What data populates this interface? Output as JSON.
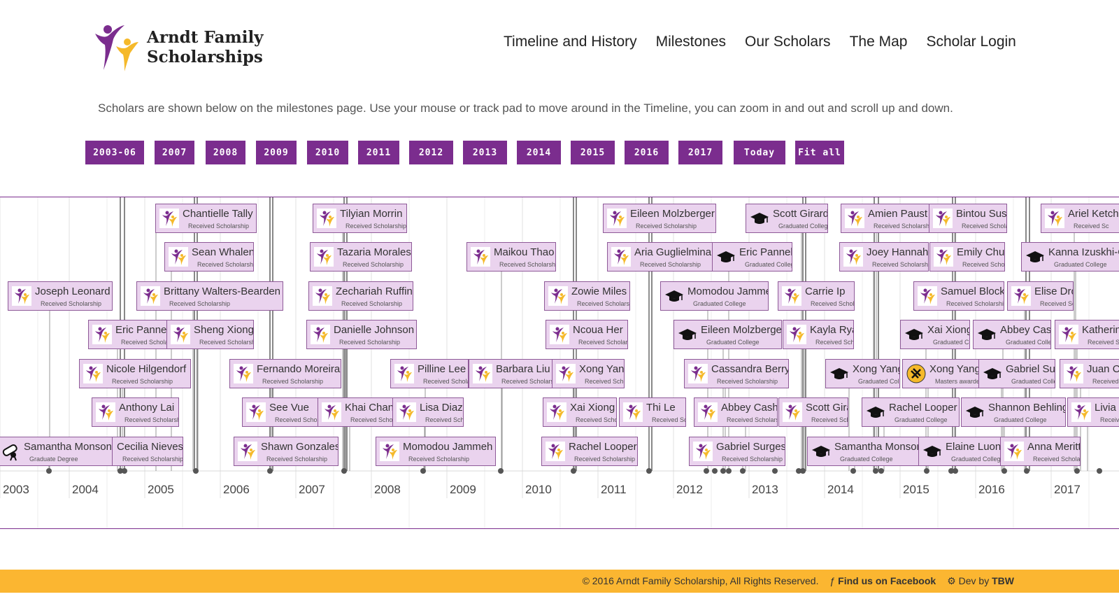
{
  "brand": {
    "line1": "Arndt Family",
    "line2": "Scholarships",
    "colors": {
      "purple": "#7b2d8e",
      "gold": "#f5b92a"
    }
  },
  "nav": [
    "Timeline and History",
    "Milestones",
    "Our Scholars",
    "The Map",
    "Scholar Login"
  ],
  "intro": "Scholars are shown below on the milestones page. Use your mouse or track pad to move around in the Timeline, you can zoom in and out and scroll up and down.",
  "year_buttons": [
    "2003-06",
    "2007",
    "2008",
    "2009",
    "2010",
    "2011",
    "2012",
    "2013",
    "2014",
    "2015",
    "2016",
    "2017",
    "Today",
    "Fit all"
  ],
  "axis_years": [
    "2003",
    "2004",
    "2005",
    "2006",
    "2007",
    "2008",
    "2009",
    "2010",
    "2011",
    "2012",
    "2013",
    "2014",
    "2015",
    "2016",
    "2017"
  ],
  "items": [
    {
      "name": "Chantielle Tally",
      "status": "Received Scholarship",
      "icon": "scholar-figure-icon"
    },
    {
      "name": "Sean Whalen",
      "status": "Received Scholarship",
      "icon": "scholar-figure-icon"
    },
    {
      "name": "Joseph Leonard",
      "status": "Received Scholarship",
      "icon": "scholar-figure-icon"
    },
    {
      "name": "Brittany Walters-Bearden",
      "status": "Received Scholarship",
      "icon": "scholar-figure-icon"
    },
    {
      "name": "Eric Pannel",
      "status": "Received Scholars",
      "icon": "scholar-figure-icon"
    },
    {
      "name": "Sheng Xiong",
      "status": "Received Scholarship",
      "icon": "scholar-figure-icon"
    },
    {
      "name": "Nicole Hilgendorf",
      "status": "Received Scholarship",
      "icon": "scholar-figure-icon"
    },
    {
      "name": "Anthony Lai",
      "status": "Received Scholarship",
      "icon": "scholar-figure-icon"
    },
    {
      "name": "Samantha Monson",
      "status": "Graduate Degree",
      "icon": "diploma-icon"
    },
    {
      "name": "Cecilia Nieves",
      "status": "Received Scholarship",
      "icon": "none"
    },
    {
      "name": "Tilyian Morrin",
      "status": "Received Scholarship",
      "icon": "scholar-figure-icon"
    },
    {
      "name": "Tazaria Morales",
      "status": "Received Scholarship",
      "icon": "scholar-figure-icon"
    },
    {
      "name": "Zechariah Ruffin",
      "status": "Received Scholarship",
      "icon": "scholar-figure-icon"
    },
    {
      "name": "Danielle Johnson",
      "status": "Received Scholarship",
      "icon": "scholar-figure-icon"
    },
    {
      "name": "Fernando Moreira",
      "status": "Received Scholarship",
      "icon": "scholar-figure-icon"
    },
    {
      "name": "See Vue",
      "status": "Received Scholarship",
      "icon": "scholar-figure-icon"
    },
    {
      "name": "Khai Chang",
      "status": "Received Scholarship",
      "icon": "scholar-figure-icon"
    },
    {
      "name": "Shawn Gonzales",
      "status": "Received Scholarship",
      "icon": "scholar-figure-icon"
    },
    {
      "name": "Maikou Thao",
      "status": "Received Scholarship",
      "icon": "scholar-figure-icon"
    },
    {
      "name": "Pilline Lee",
      "status": "Received Scholars",
      "icon": "scholar-figure-icon"
    },
    {
      "name": "Barbara Liu",
      "status": "Received Scholarship",
      "icon": "scholar-figure-icon"
    },
    {
      "name": "Lisa Diaz",
      "status": "Received Scholarship",
      "icon": "scholar-figure-icon"
    },
    {
      "name": "Momodou Jammeh",
      "status": "Received Scholarship",
      "icon": "scholar-figure-icon"
    },
    {
      "name": "Zowie Miles",
      "status": "Received Scholarship",
      "icon": "scholar-figure-icon"
    },
    {
      "name": "Ncoua Her",
      "status": "Received Scholarship",
      "icon": "scholar-figure-icon"
    },
    {
      "name": "Xong Yang",
      "status": "Received Scholarship",
      "icon": "scholar-figure-icon"
    },
    {
      "name": "Xai Xiong",
      "status": "Received Scholars",
      "icon": "scholar-figure-icon"
    },
    {
      "name": "Thi Le",
      "status": "Received Scholarship",
      "icon": "scholar-figure-icon"
    },
    {
      "name": "Rachel Looper",
      "status": "Received Scholarship",
      "icon": "scholar-figure-icon"
    },
    {
      "name": "Eileen Molzberger",
      "status": "Received Scholarship",
      "icon": "scholar-figure-icon"
    },
    {
      "name": "Aria Guglielmina",
      "status": "Received Scholarship",
      "icon": "scholar-figure-icon"
    },
    {
      "name": "Eric Pannell",
      "status": "Graduated College",
      "icon": "graduation-cap-icon"
    },
    {
      "name": "Scott Girard",
      "status": "Graduated College",
      "icon": "graduation-cap-icon"
    },
    {
      "name": "Momodou Jammeh",
      "status": "Graduated College",
      "icon": "graduation-cap-icon"
    },
    {
      "name": "Carrie Ip",
      "status": "Received Scholarship",
      "icon": "scholar-figure-icon"
    },
    {
      "name": "Eileen Molzberger",
      "status": "Graduated College",
      "icon": "graduation-cap-icon"
    },
    {
      "name": "Kayla Ryan",
      "status": "Received Scholarship",
      "icon": "scholar-figure-icon"
    },
    {
      "name": "Cassandra Berry",
      "status": "Received Scholarship",
      "icon": "scholar-figure-icon"
    },
    {
      "name": "Abbey Cash",
      "status": "Received Scholarship",
      "icon": "scholar-figure-icon"
    },
    {
      "name": "Scott Girard",
      "status": "Received Scholarship",
      "icon": "scholar-figure-icon"
    },
    {
      "name": "Gabriel Surges",
      "status": "Received Scholarship",
      "icon": "scholar-figure-icon"
    },
    {
      "name": "Amien Paust",
      "status": "Received Scholarship",
      "icon": "scholar-figure-icon"
    },
    {
      "name": "Bintou Suso",
      "status": "Received Scholarship",
      "icon": "scholar-figure-icon"
    },
    {
      "name": "Joey Hannah",
      "status": "Received Scholarship",
      "icon": "scholar-figure-icon"
    },
    {
      "name": "Emily Chu",
      "status": "Received Scholarship",
      "icon": "scholar-figure-icon"
    },
    {
      "name": "Samuel Block",
      "status": "Received Scholarship",
      "icon": "scholar-figure-icon"
    },
    {
      "name": "Elise Drott",
      "status": "Received Scholarship",
      "icon": "scholar-figure-icon"
    },
    {
      "name": "Xai Xiong",
      "status": "Graduated College",
      "icon": "graduation-cap-icon"
    },
    {
      "name": "Abbey Cash",
      "status": "Graduated College",
      "icon": "graduation-cap-icon"
    },
    {
      "name": "Xong Yang",
      "status": "Graduated College",
      "icon": "graduation-cap-icon"
    },
    {
      "name": "Xong Yang",
      "status": "Masters awarded",
      "icon": "masters-medal-icon"
    },
    {
      "name": "Gabriel Surges",
      "status": "Graduated College",
      "icon": "graduation-cap-icon"
    },
    {
      "name": "Rachel Looper",
      "status": "Graduated College",
      "icon": "graduation-cap-icon"
    },
    {
      "name": "Shannon Behling",
      "status": "Graduated College",
      "icon": "graduation-cap-icon"
    },
    {
      "name": "Samantha Monson",
      "status": "Graduated College",
      "icon": "graduation-cap-icon"
    },
    {
      "name": "Elaine Luong",
      "status": "Graduated College",
      "icon": "graduation-cap-icon"
    },
    {
      "name": "Anna Meritt",
      "status": "Received Scholarship",
      "icon": "scholar-figure-icon"
    },
    {
      "name": "Ariel Ketcha",
      "status": "Received Sc",
      "icon": "scholar-figure-icon"
    },
    {
      "name": "Kanna Izuskhi-Cl",
      "status": "Graduated College",
      "icon": "graduation-cap-icon"
    },
    {
      "name": "Katherin",
      "status": "Received Sc",
      "icon": "scholar-figure-icon"
    },
    {
      "name": "Juan Ca",
      "status": "Received Sc",
      "icon": "scholar-figure-icon"
    },
    {
      "name": "Livia",
      "status": "Received",
      "icon": "scholar-figure-icon"
    }
  ],
  "footer": {
    "copyright": "© 2016 Arndt Family Scholarship, All Rights Reserved.",
    "facebook": "Find us on Facebook",
    "dev_prefix": "Dev by",
    "dev_name": "TBW"
  }
}
